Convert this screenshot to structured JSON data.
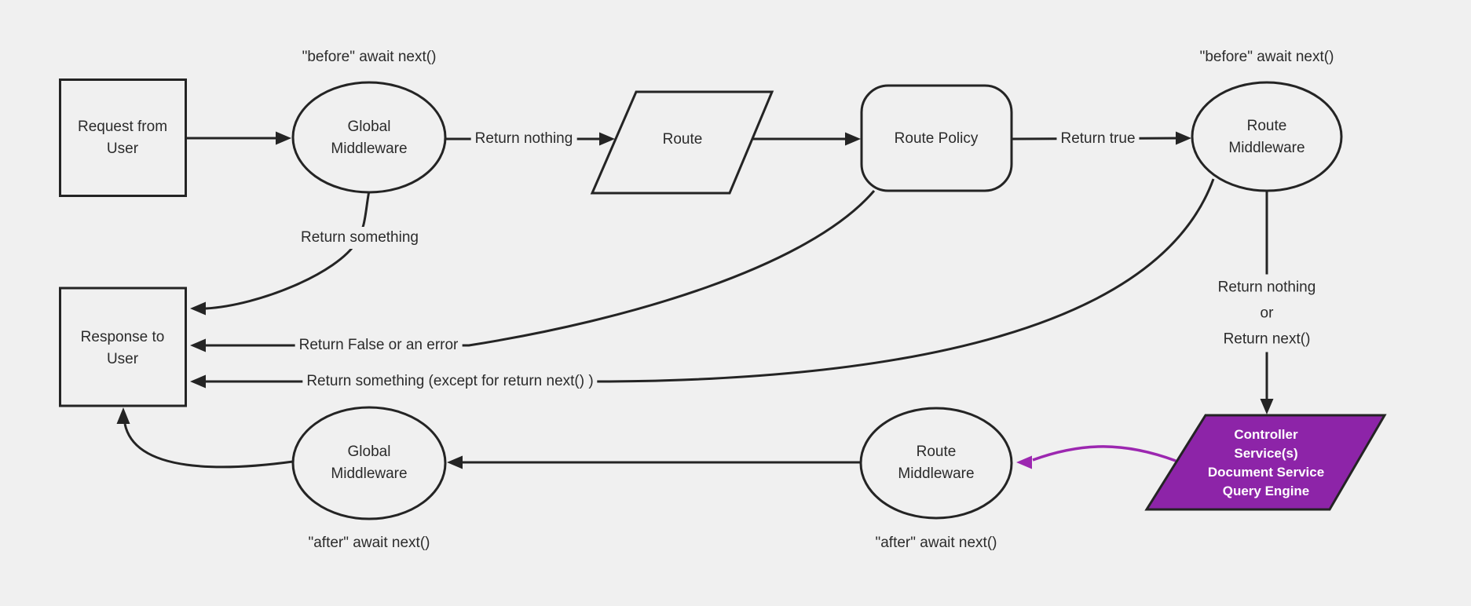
{
  "canvas": {
    "background": "#f0f0f0",
    "stroke_color": "#242424",
    "text_color": "#2b2b2b"
  },
  "colors": {
    "node_fill": "#f0f0f0",
    "controller_fill": "#8d24a8",
    "purple_arrow": "#9c27b0"
  },
  "nodes": {
    "request": {
      "label": "Request from\nUser",
      "shape": "rectangle"
    },
    "global_middleware_top": {
      "label": "Global\nMiddleware",
      "shape": "ellipse"
    },
    "route": {
      "label": "Route",
      "shape": "parallelogram"
    },
    "route_policy": {
      "label": "Route Policy",
      "shape": "rounded-rectangle"
    },
    "route_middleware_top": {
      "label": "Route\nMiddleware",
      "shape": "ellipse"
    },
    "response": {
      "label": "Response to\nUser",
      "shape": "rectangle"
    },
    "controller": {
      "label": "Controller\nService(s)\nDocument Service\nQuery Engine",
      "shape": "parallelogram"
    },
    "route_middleware_bottom": {
      "label": "Route\nMiddleware",
      "shape": "ellipse"
    },
    "global_middleware_bottom": {
      "label": "Global\nMiddleware",
      "shape": "ellipse"
    }
  },
  "annotations": {
    "before_left": "\"before\" await next()",
    "before_right": "\"before\" await next()",
    "after_left": "\"after\" await next()",
    "after_middle": "\"after\" await next()"
  },
  "edge_labels": {
    "return_nothing": "Return nothing",
    "return_true": "Return true",
    "return_something": "Return something",
    "return_false": "Return False or an error",
    "return_something_except": "Return something (except for return next() )",
    "return_nothing_or_next": "Return nothing\nor\nReturn next()"
  }
}
